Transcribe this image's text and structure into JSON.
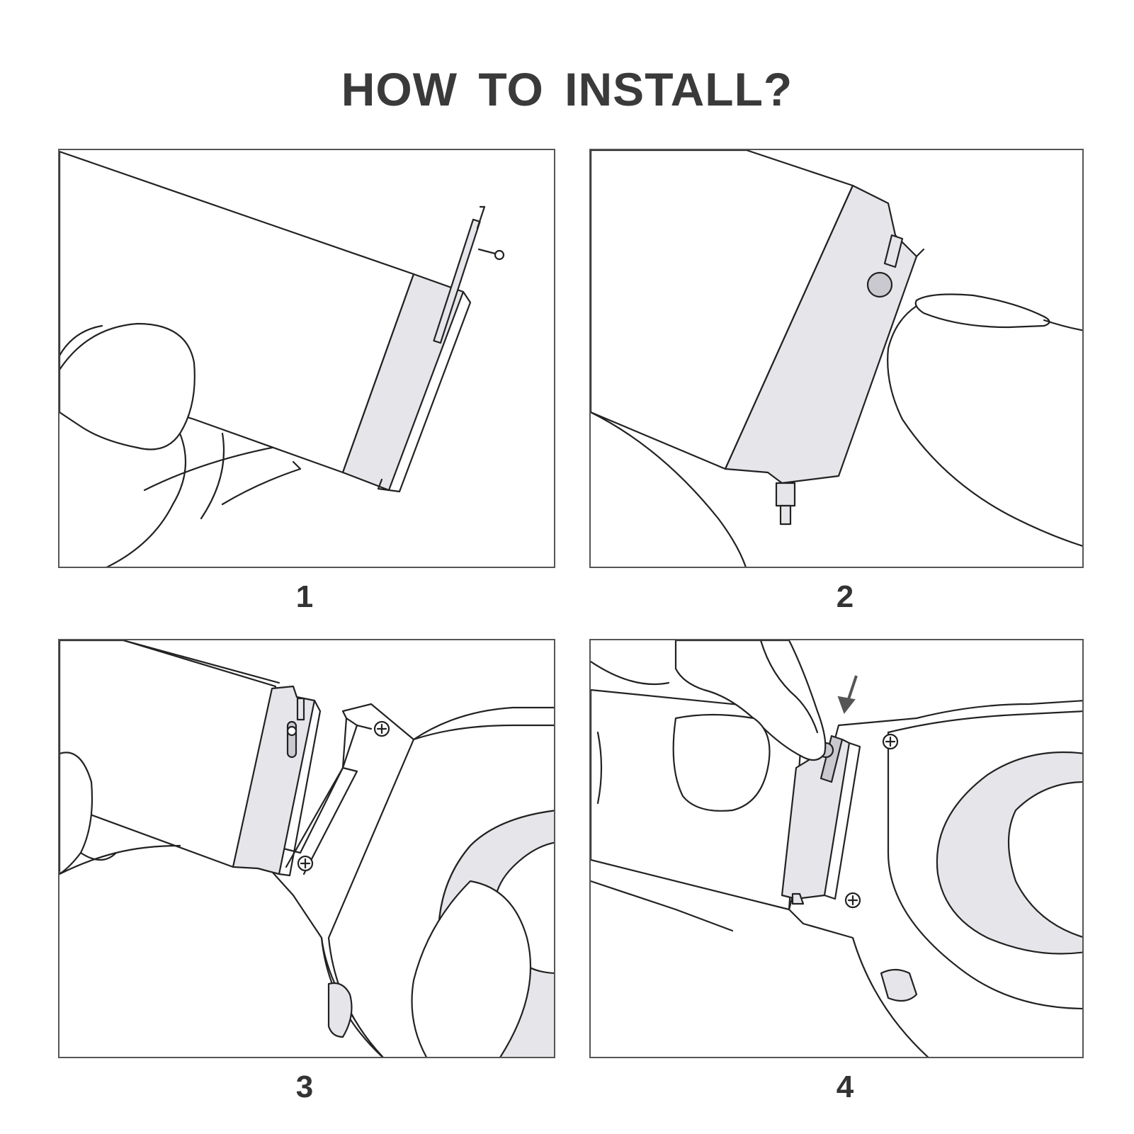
{
  "title": "HOW TO INSTALL?",
  "steps": [
    {
      "number": "1"
    },
    {
      "number": "2"
    },
    {
      "number": "3"
    },
    {
      "number": "4"
    }
  ],
  "colors": {
    "outline": "#222222",
    "band_fill": "#e6e6ea",
    "background": "#ffffff",
    "title": "#3a3a3a"
  },
  "icons": [
    "arrow-down-icon",
    "screw-icon",
    "spring-bar-icon",
    "finger-icon",
    "watch-case-icon"
  ]
}
